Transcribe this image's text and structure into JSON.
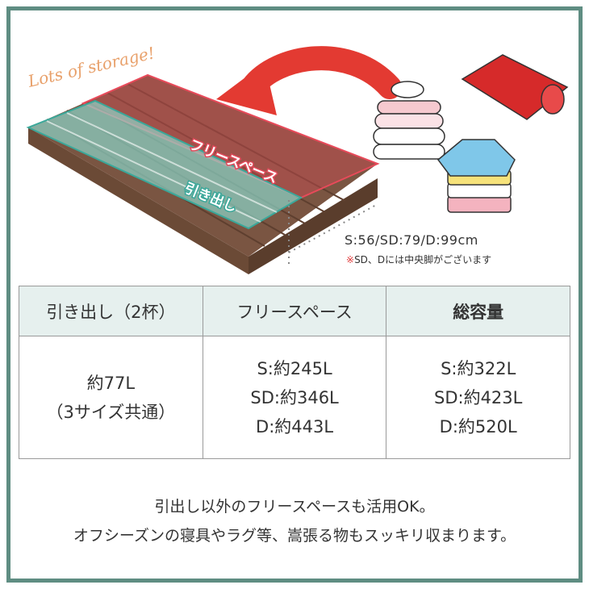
{
  "illustration": {
    "script_label": "Lots of storage!",
    "free_space_tag": "フリースペース",
    "drawer_tag": "引き出し",
    "dimensions": "S:56/SD:79/D:99cm",
    "note_mark": "※",
    "note_text": "SD、Dには中央脚がございます"
  },
  "table": {
    "headers": [
      "引き出し（2杯）",
      "フリースペース",
      "総容量"
    ],
    "col1": [
      "約77L",
      "（3サイズ共通）"
    ],
    "col2": [
      "S:約245L",
      "SD:約346L",
      "D:約443L"
    ],
    "col3": [
      "S:約322L",
      "SD:約423L",
      "D:約520L"
    ]
  },
  "footer": {
    "line1": "引出し以外のフリースペースも活用OK。",
    "line2": "オフシーズンの寝具やラグ等、嵩張る物もスッキリ収まります。"
  },
  "colors": {
    "frame": "#5f8d82",
    "header_bg": "#e6f0ee",
    "arrow": "#e33a32",
    "bed_wood": "#6b4a36",
    "drawer_highlight": "#8ee0d4"
  }
}
